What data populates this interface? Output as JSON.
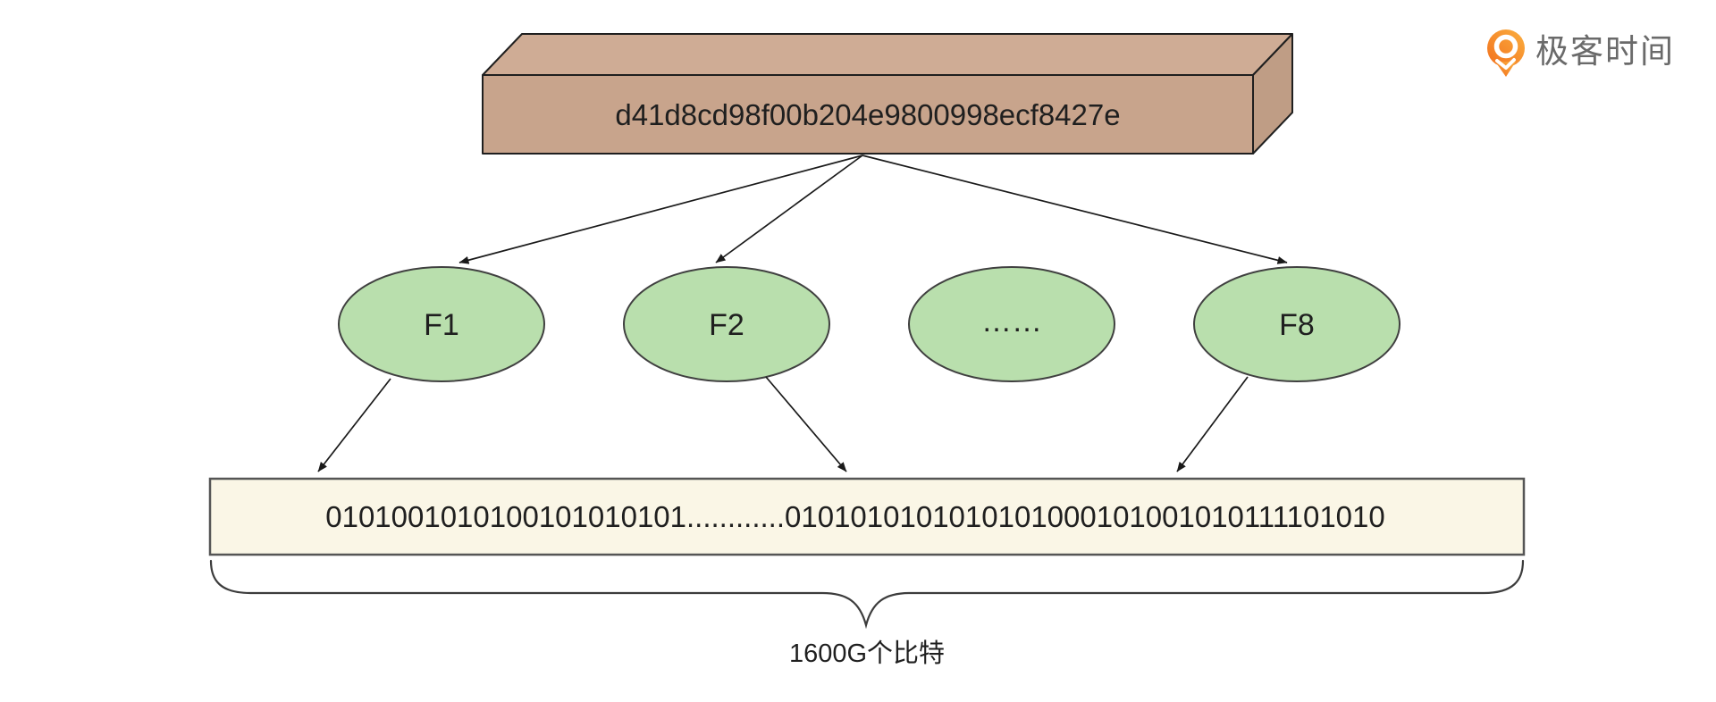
{
  "background": "#ffffff",
  "logo": {
    "name": "极客时间",
    "icon": "geektime-logo-icon",
    "orange_light": "#fbaf3f",
    "orange_dark": "#f2701d",
    "text_color": "#6a6a6a"
  },
  "hash_box": {
    "text": "d41d8cd98f00b204e9800998ecf8427e",
    "fill_front": "#c8a48c",
    "fill_top": "#cfac95",
    "fill_side": "#bf9d85",
    "stroke": "#1f1f1f"
  },
  "functions": {
    "items": [
      {
        "label": "F1"
      },
      {
        "label": "F2"
      },
      {
        "label": "……"
      },
      {
        "label": "F8"
      }
    ],
    "fill": "#b9dfad",
    "stroke": "#404040"
  },
  "bitstream": {
    "text": "0101001010100101010101............0101010101010101000101001010111101010",
    "fill": "#faf6e6",
    "stroke": "#555555"
  },
  "caption": {
    "text": "1600G个比特"
  },
  "arrows": {
    "color": "#1a1a1a"
  }
}
